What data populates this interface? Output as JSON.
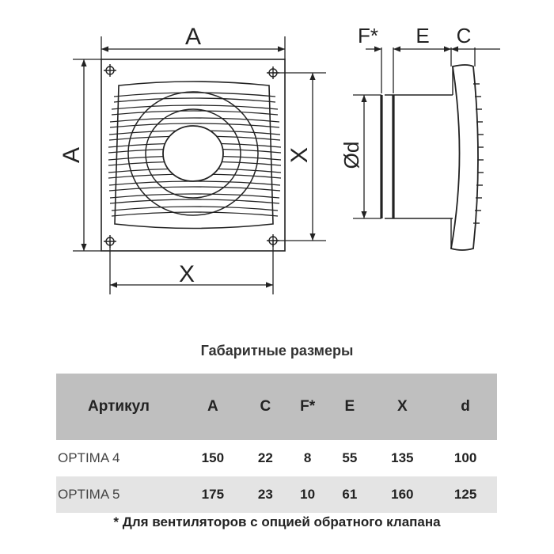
{
  "drawing": {
    "labels": {
      "width_top": "A",
      "height_left": "A",
      "hole_spacing_right": "X",
      "hole_spacing_bottom": "X",
      "side_f": "F*",
      "side_e": "E",
      "side_c": "C",
      "side_d": "Ød"
    },
    "colors": {
      "line": "#222222",
      "paper": "#ffffff"
    }
  },
  "table": {
    "title": "Габаритные размеры",
    "headers": [
      "Артикул",
      "A",
      "C",
      "F*",
      "E",
      "X",
      "d"
    ],
    "rows": [
      [
        "OPTIMA 4",
        "150",
        "22",
        "8",
        "55",
        "135",
        "100"
      ],
      [
        "OPTIMA 5",
        "175",
        "23",
        "10",
        "61",
        "160",
        "125"
      ]
    ],
    "colors": {
      "header_bg": "#bfbfbf",
      "alt_row_bg": "#e4e4e4"
    }
  },
  "footnote": "* Для вентиляторов с опцией обратного клапана"
}
